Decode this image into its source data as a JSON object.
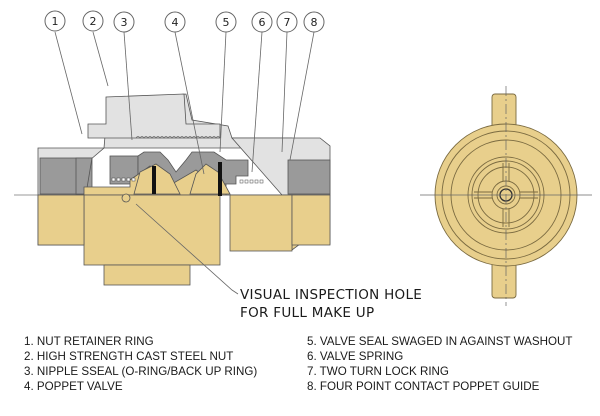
{
  "title": "Hammer union cross-section and end view",
  "callouts": [
    {
      "number": "1"
    },
    {
      "number": "2"
    },
    {
      "number": "3"
    },
    {
      "number": "4"
    },
    {
      "number": "5"
    },
    {
      "number": "6"
    },
    {
      "number": "7"
    },
    {
      "number": "8"
    }
  ],
  "note": {
    "line1": "VISUAL INSPECTION HOLE",
    "line2": "FOR FULL MAKE UP"
  },
  "legend": {
    "left": [
      "1. NUT RETAINER RING",
      "2. HIGH STRENGTH CAST STEEL NUT",
      "3. NIPPLE SSEAL (O-RING/BACK UP RING)",
      "4. POPPET VALVE"
    ],
    "right": [
      "5. VALVE SEAL SWAGED IN AGAINST WASHOUT",
      "6. VALVE SPRING",
      "7. TWO TURN LOCK RING",
      "8. FOUR POINT CONTACT POPPET GUIDE"
    ]
  },
  "colors": {
    "brass": "#e8cf8c",
    "steel_light": "#e2e2e2",
    "steel_dark": "#9a9a9a",
    "outline": "#555555"
  }
}
